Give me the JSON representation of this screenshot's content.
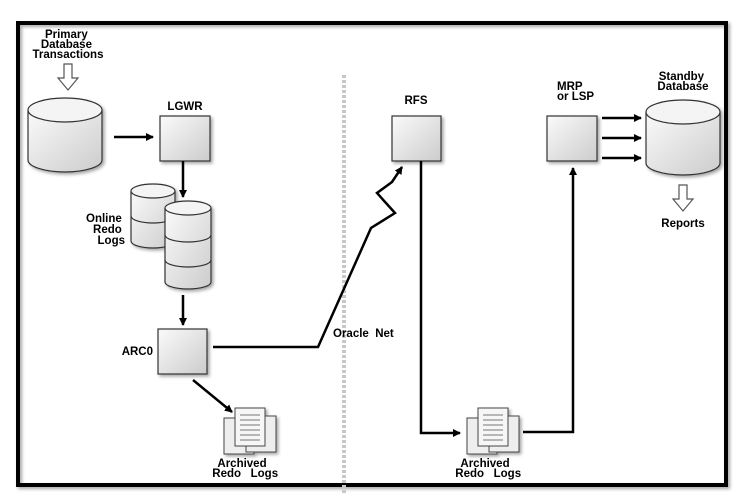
{
  "labels": {
    "primary_line1": "Primary",
    "primary_line2": "Database",
    "primary_line3": "Transactions",
    "lgwr": "LGWR",
    "online_line1": "Online",
    "online_line2": "Redo",
    "online_line3": "Logs",
    "arc0": "ARC0",
    "oracle_net": "Oracle  Net",
    "archived_primary_line1": "Archived",
    "archived_primary_line2": "Redo   Logs",
    "rfs": "RFS",
    "archived_standby_line1": "Archived",
    "archived_standby_line2": "Redo   Logs",
    "mrp_line1": "MRP",
    "mrp_line2": "or LSP",
    "standby_line1": "Standby",
    "standby_line2": "Database",
    "reports": "Reports"
  },
  "colors": {
    "frame": "#000000",
    "node_fill_light": "#f4f4f4",
    "node_fill_dark": "#cfcfcf",
    "divider": "#c8c8c8"
  }
}
